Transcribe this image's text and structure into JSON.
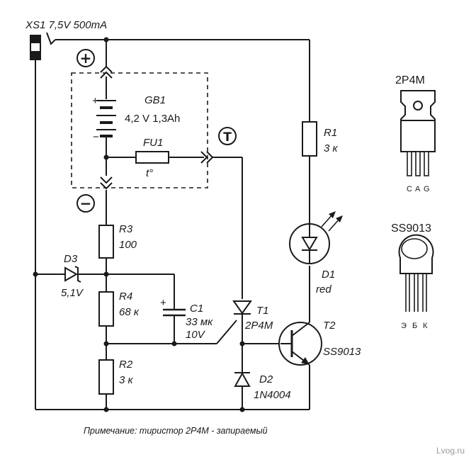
{
  "connector": {
    "label": "XS1 7,5V 500mA"
  },
  "battery": {
    "ref": "GB1",
    "rating": "4,2 V 1,3Ah",
    "plus": "+",
    "minus": "−"
  },
  "polarity": {
    "plus": "+",
    "minus": "−",
    "thermal": "T"
  },
  "fuse": {
    "ref": "FU1",
    "type": "t°"
  },
  "resistors": {
    "r1": {
      "ref": "R1",
      "value": "3 к"
    },
    "r2": {
      "ref": "R2",
      "value": "3 к"
    },
    "r3": {
      "ref": "R3",
      "value": "100"
    },
    "r4": {
      "ref": "R4",
      "value": "68 к"
    }
  },
  "capacitor": {
    "ref": "C1",
    "value": "33 мк",
    "voltage": "10V",
    "plus": "+"
  },
  "diodes": {
    "d1": {
      "ref": "D1",
      "color": "red"
    },
    "d2": {
      "ref": "D2",
      "part": "1N4004"
    },
    "d3": {
      "ref": "D3",
      "voltage": "5,1V"
    }
  },
  "thyristor": {
    "ref": "T1",
    "part": "2P4M"
  },
  "transistor": {
    "ref": "T2",
    "part": "SS9013"
  },
  "packages": {
    "thyristor": {
      "title": "2P4M",
      "pins": [
        "C",
        "A",
        "G"
      ]
    },
    "transistor": {
      "title": "SS9013",
      "pins": [
        "Э",
        "Б",
        "К"
      ]
    }
  },
  "note": "Примечание: тиристор 2P4M - запираемый",
  "watermark": "Lvog.ru"
}
